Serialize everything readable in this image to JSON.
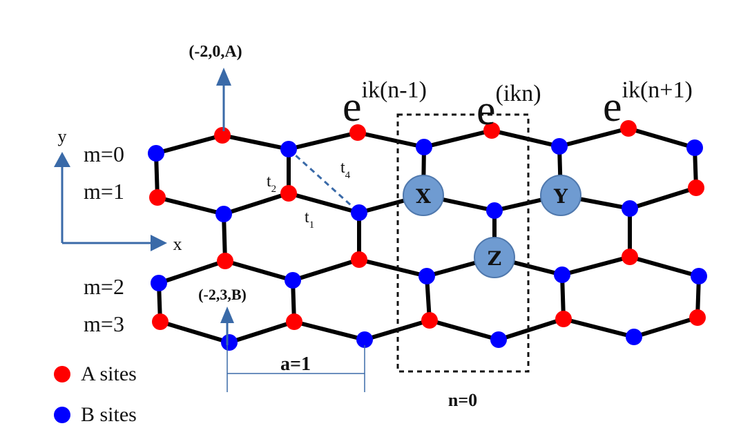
{
  "labels": {
    "top_coord": "(-2,0,A)",
    "bottom_coord": "(-2,3,B)",
    "phase_left": {
      "base": "e",
      "sup": "ik(n-1)"
    },
    "phase_center": {
      "base": "e",
      "sup": "(ikn)"
    },
    "phase_right": {
      "base": "e",
      "sup": "ik(n+1)"
    },
    "axis_y": "y",
    "axis_x": "x",
    "rows": [
      "m=0",
      "m=1",
      "m=2",
      "m=3"
    ],
    "hop_t1": {
      "base": "t",
      "sub": "1"
    },
    "hop_t2": {
      "base": "t",
      "sub": "2"
    },
    "hop_t4": {
      "base": "t",
      "sub": "4"
    },
    "lattice_const": "a=1",
    "cell_index": "n=0",
    "special_sites": [
      "X",
      "Y",
      "Z"
    ],
    "legend_a": "A sites",
    "legend_b": "B sites"
  },
  "colors": {
    "site_a": "#ff0000",
    "site_b": "#0000ff",
    "special_site": "#6f9bd1",
    "bond": "#000000",
    "arrow": "#3a6aa8",
    "dashed_hop": "#3a6aa8"
  }
}
